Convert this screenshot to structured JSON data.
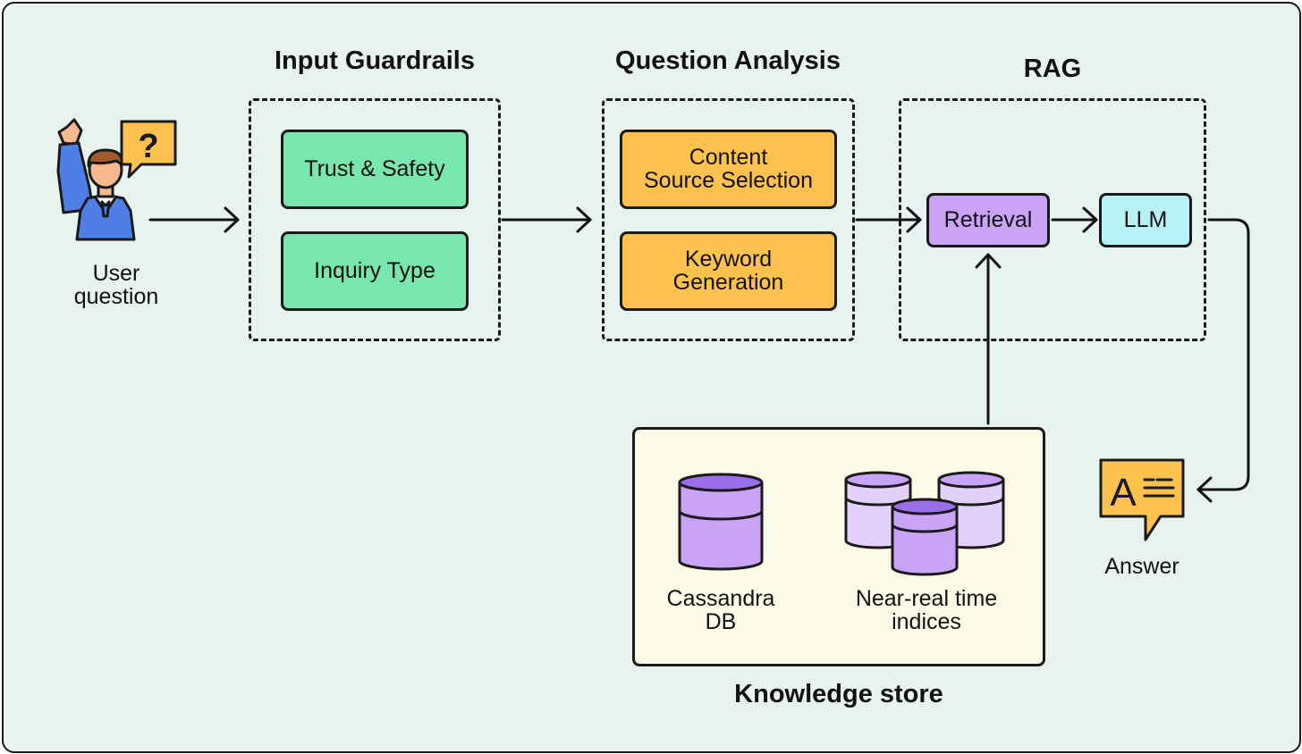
{
  "user": {
    "label": "User\nquestion",
    "icon": "question-mark"
  },
  "input_guardrails": {
    "title": "Input Guardrails",
    "items": [
      "Trust & Safety",
      "Inquiry Type"
    ]
  },
  "question_analysis": {
    "title": "Question Analysis",
    "items": [
      "Content\nSource Selection",
      "Keyword\nGeneration"
    ]
  },
  "rag": {
    "title": "RAG",
    "retrieval": "Retrieval",
    "llm": "LLM"
  },
  "knowledge_store": {
    "title": "Knowledge store",
    "cassandra": "Cassandra\nDB",
    "indices": "Near-real time\nindices"
  },
  "answer": {
    "label": "Answer",
    "icon": "A"
  },
  "colors": {
    "background": "#e6f3ee",
    "guardrail_box": "#79e6ad",
    "analysis_box": "#fcc24d",
    "retrieval_box": "#c8a3f6",
    "llm_box": "#b6f1f5",
    "store_bg": "#fbfbe8",
    "database": "#c8a3f6",
    "answer_icon": "#fcc24d"
  }
}
